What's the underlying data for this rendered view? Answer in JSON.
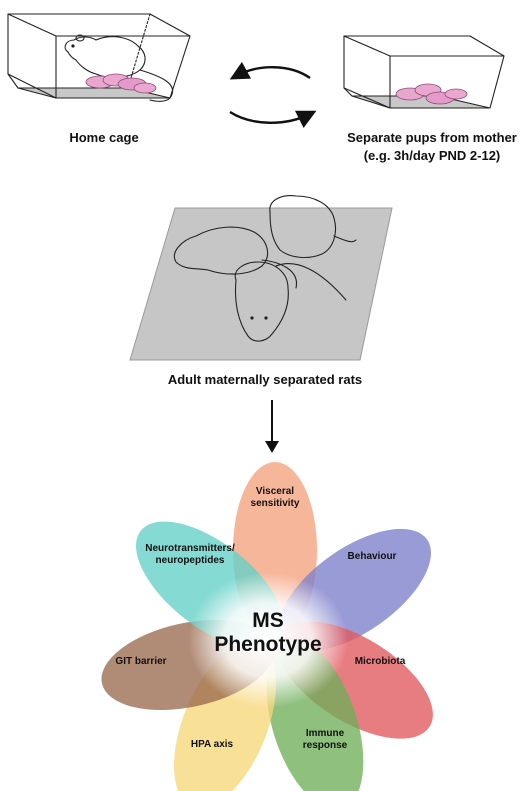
{
  "top": {
    "home_cage_label": "Home cage",
    "separate_label_line1": "Separate pups from mother",
    "separate_label_line2": "(e.g. 3h/day PND 2-12)"
  },
  "middle": {
    "adult_label": "Adult maternally separated rats"
  },
  "flower": {
    "center_line1": "MS",
    "center_line2": "Phenotype",
    "petals": [
      {
        "id": "visceral",
        "lines": [
          "Visceral",
          "sensitivity"
        ],
        "color": "#f4a27c"
      },
      {
        "id": "behaviour",
        "lines": [
          "Behaviour"
        ],
        "color": "#7c7fcb"
      },
      {
        "id": "microbiota",
        "lines": [
          "Microbiota"
        ],
        "color": "#e2595d"
      },
      {
        "id": "immune",
        "lines": [
          "Immune",
          "response"
        ],
        "color": "#6fae5a"
      },
      {
        "id": "hpa",
        "lines": [
          "HPA axis"
        ],
        "color": "#f7d77a"
      },
      {
        "id": "git",
        "lines": [
          "GIT barrier"
        ],
        "color": "#9a6a4e"
      },
      {
        "id": "neuro",
        "lines": [
          "Neurotransmitters/",
          "neuropeptides"
        ],
        "color": "#63d1c8"
      }
    ]
  }
}
